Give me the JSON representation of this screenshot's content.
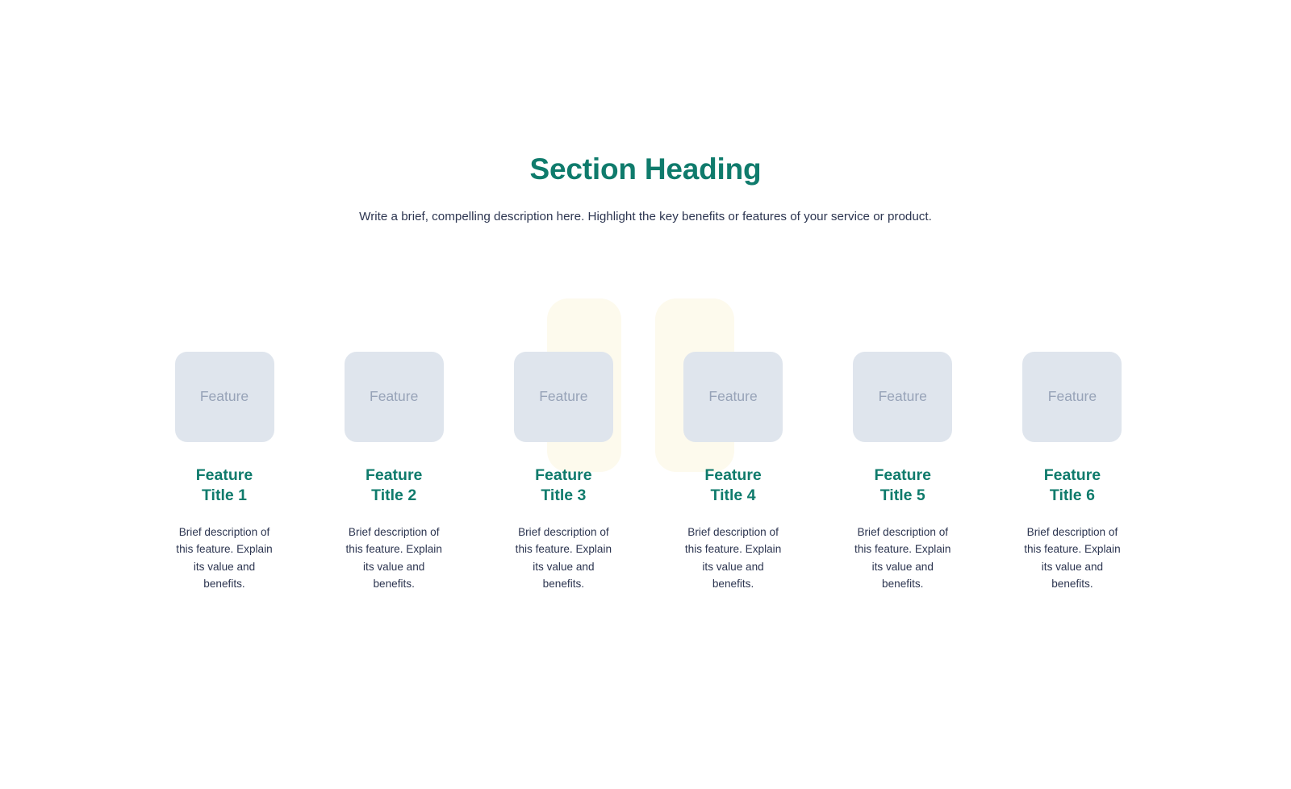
{
  "header": {
    "heading": "Section Heading",
    "subheading": "Write a brief, compelling description here. Highlight the key benefits or features of your service or product."
  },
  "theme": {
    "background": "#ffffff",
    "accent_teal": "#0f7b6c",
    "body_text": "#2c3550",
    "placeholder_fill": "#dfe5ed",
    "placeholder_text": "#97a3b8",
    "decor_cream": "#fdfaed"
  },
  "decor": {
    "blobs": [
      {
        "name": "cream-blob-left"
      },
      {
        "name": "cream-blob-right"
      }
    ]
  },
  "features": [
    {
      "image_label": "Feature",
      "title": "Feature\nTitle 1",
      "description": "Brief description of this feature. Explain its value and benefits."
    },
    {
      "image_label": "Feature",
      "title": "Feature\nTitle 2",
      "description": "Brief description of this feature. Explain its value and benefits."
    },
    {
      "image_label": "Feature",
      "title": "Feature\nTitle 3",
      "description": "Brief description of this feature. Explain its value and benefits."
    },
    {
      "image_label": "Feature",
      "title": "Feature\nTitle 4",
      "description": "Brief description of this feature. Explain its value and benefits."
    },
    {
      "image_label": "Feature",
      "title": "Feature\nTitle 5",
      "description": "Brief description of this feature. Explain its value and benefits."
    },
    {
      "image_label": "Feature",
      "title": "Feature\nTitle 6",
      "description": "Brief description of this feature. Explain its value and benefits."
    }
  ]
}
